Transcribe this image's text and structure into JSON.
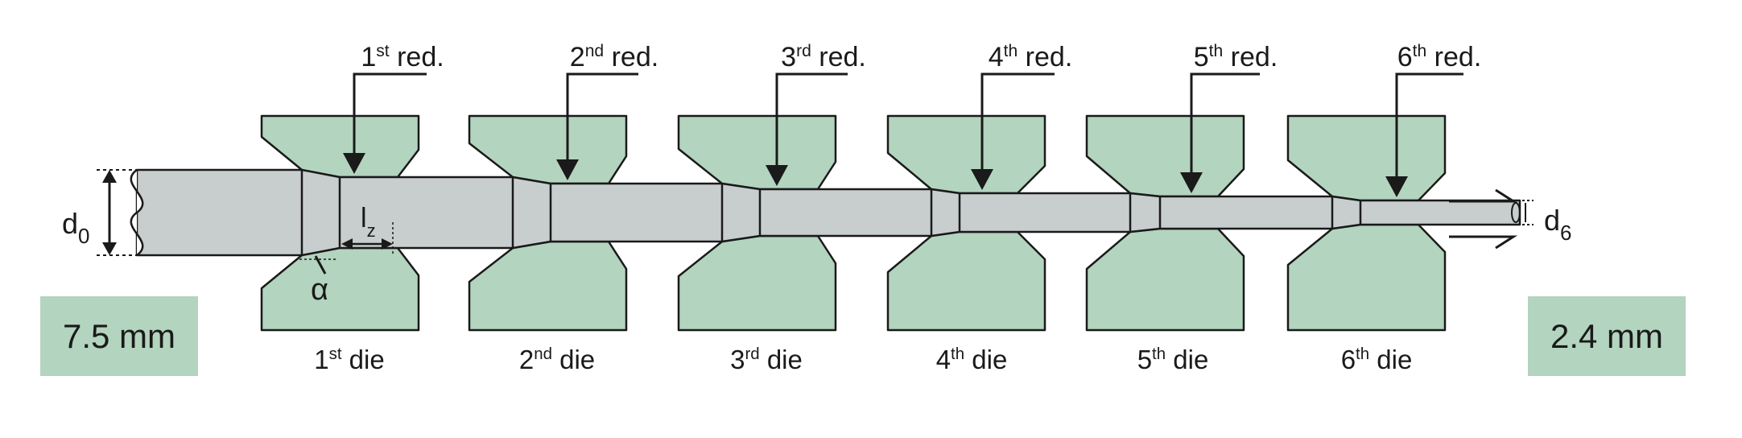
{
  "colors": {
    "die": "#b3d4be",
    "wire": "#c8cdcd",
    "outline": "#1a1a1a",
    "size_box": "#b3d4be"
  },
  "reductions": [
    {
      "num": "1",
      "sup": "st",
      "word": "red."
    },
    {
      "num": "2",
      "sup": "nd",
      "word": "red."
    },
    {
      "num": "3",
      "sup": "rd",
      "word": "red."
    },
    {
      "num": "4",
      "sup": "th",
      "word": "red."
    },
    {
      "num": "5",
      "sup": "th",
      "word": "red."
    },
    {
      "num": "6",
      "sup": "th",
      "word": "red."
    }
  ],
  "dies": [
    {
      "num": "1",
      "sup": "st",
      "word": "die"
    },
    {
      "num": "2",
      "sup": "nd",
      "word": "die"
    },
    {
      "num": "3",
      "sup": "rd",
      "word": "die"
    },
    {
      "num": "4",
      "sup": "th",
      "word": "die"
    },
    {
      "num": "5",
      "sup": "th",
      "word": "die"
    },
    {
      "num": "6",
      "sup": "th",
      "word": "die"
    }
  ],
  "symbols": {
    "d0": {
      "base": "d",
      "sub": "0"
    },
    "d6": {
      "base": "d",
      "sub": "6"
    },
    "lz": {
      "base": "l",
      "sub": "z"
    },
    "alpha": "α"
  },
  "input_size": "7.5 mm",
  "output_size": "2.4 mm"
}
